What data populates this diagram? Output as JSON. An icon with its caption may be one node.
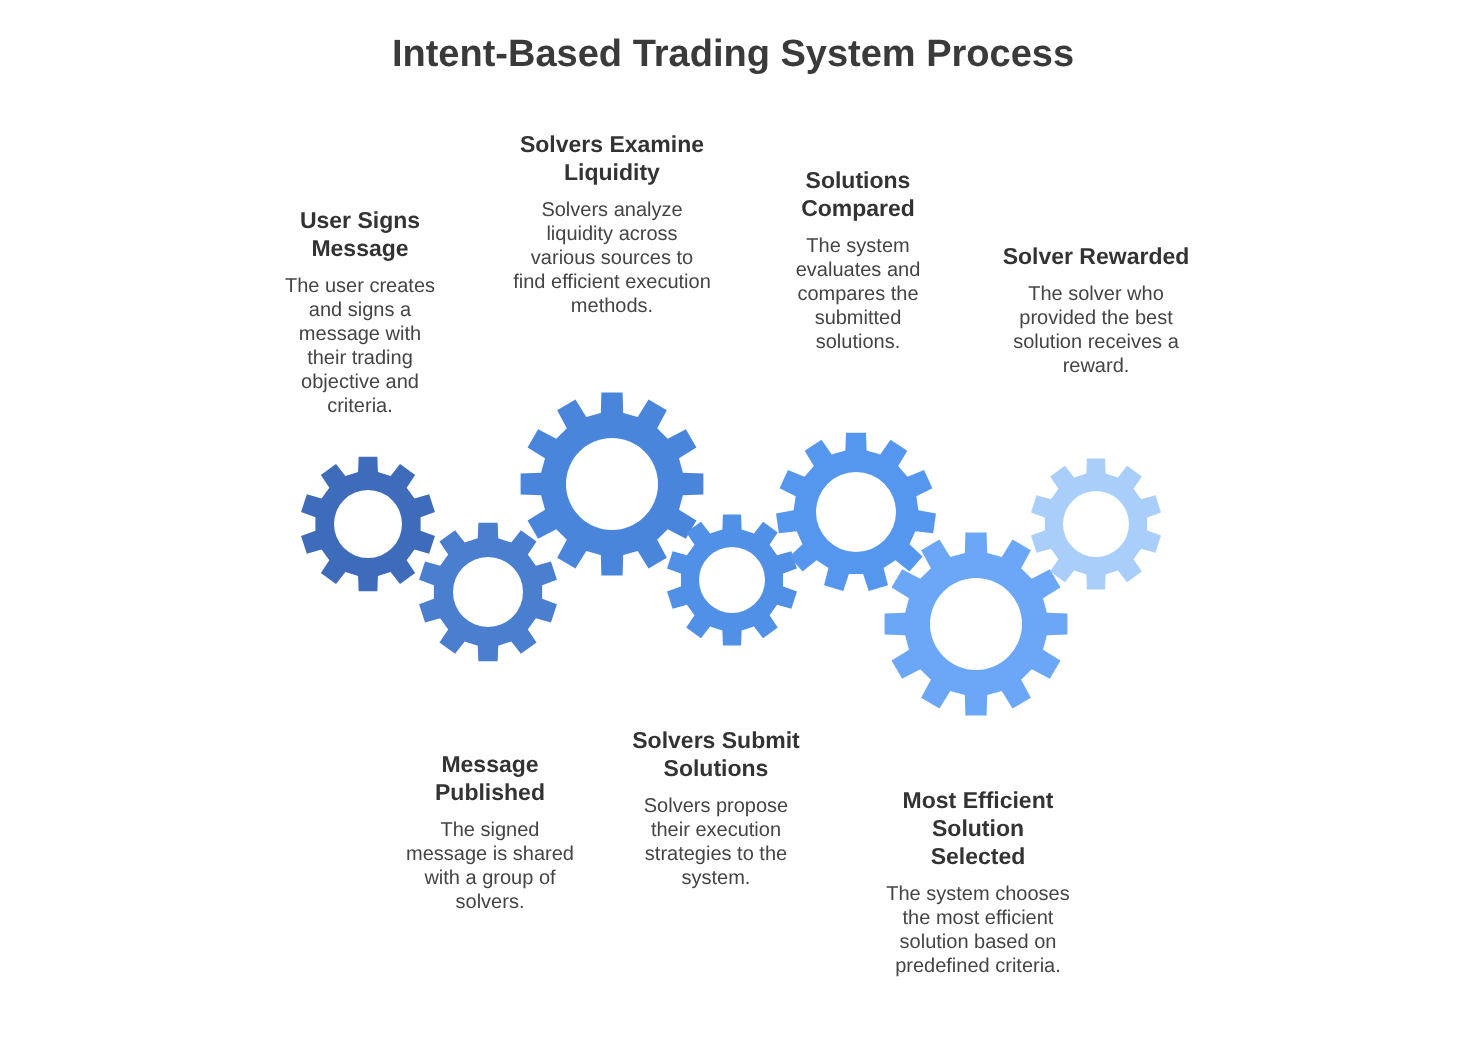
{
  "diagram": {
    "title": "Intent-Based Trading System Process",
    "nodes": [
      {
        "text": [],
        "shape": "gear",
        "beside": [
          "User Signs Message",
          "The user creates and signs a message with their trading objective and criteria."
        ]
      },
      {
        "text": [],
        "shape": "gear",
        "beside": [
          "Message Published",
          "The signed message is shared with a group of solvers."
        ]
      },
      {
        "text": [],
        "shape": "gear",
        "beside": [
          "Solvers Examine Liquidity",
          "Solvers analyze liquidity across various sources to find efficient execution methods."
        ]
      },
      {
        "text": [],
        "shape": "gear",
        "beside": [
          "Solvers Submit Solutions",
          "Solvers propose their execution strategies to the system."
        ]
      },
      {
        "text": [],
        "shape": "gear",
        "beside": [
          "Solutions Compared",
          "The system evaluates and compares the submitted solutions."
        ]
      },
      {
        "text": [],
        "shape": "gear",
        "beside": [
          "Most Efficient Solution Selected",
          "The system chooses the most efficient solution based on predefined criteria."
        ]
      },
      {
        "text": [],
        "shape": "gear",
        "beside": [
          "Solver Rewarded",
          "The solver who provided the best solution receives a reward."
        ]
      }
    ]
  }
}
